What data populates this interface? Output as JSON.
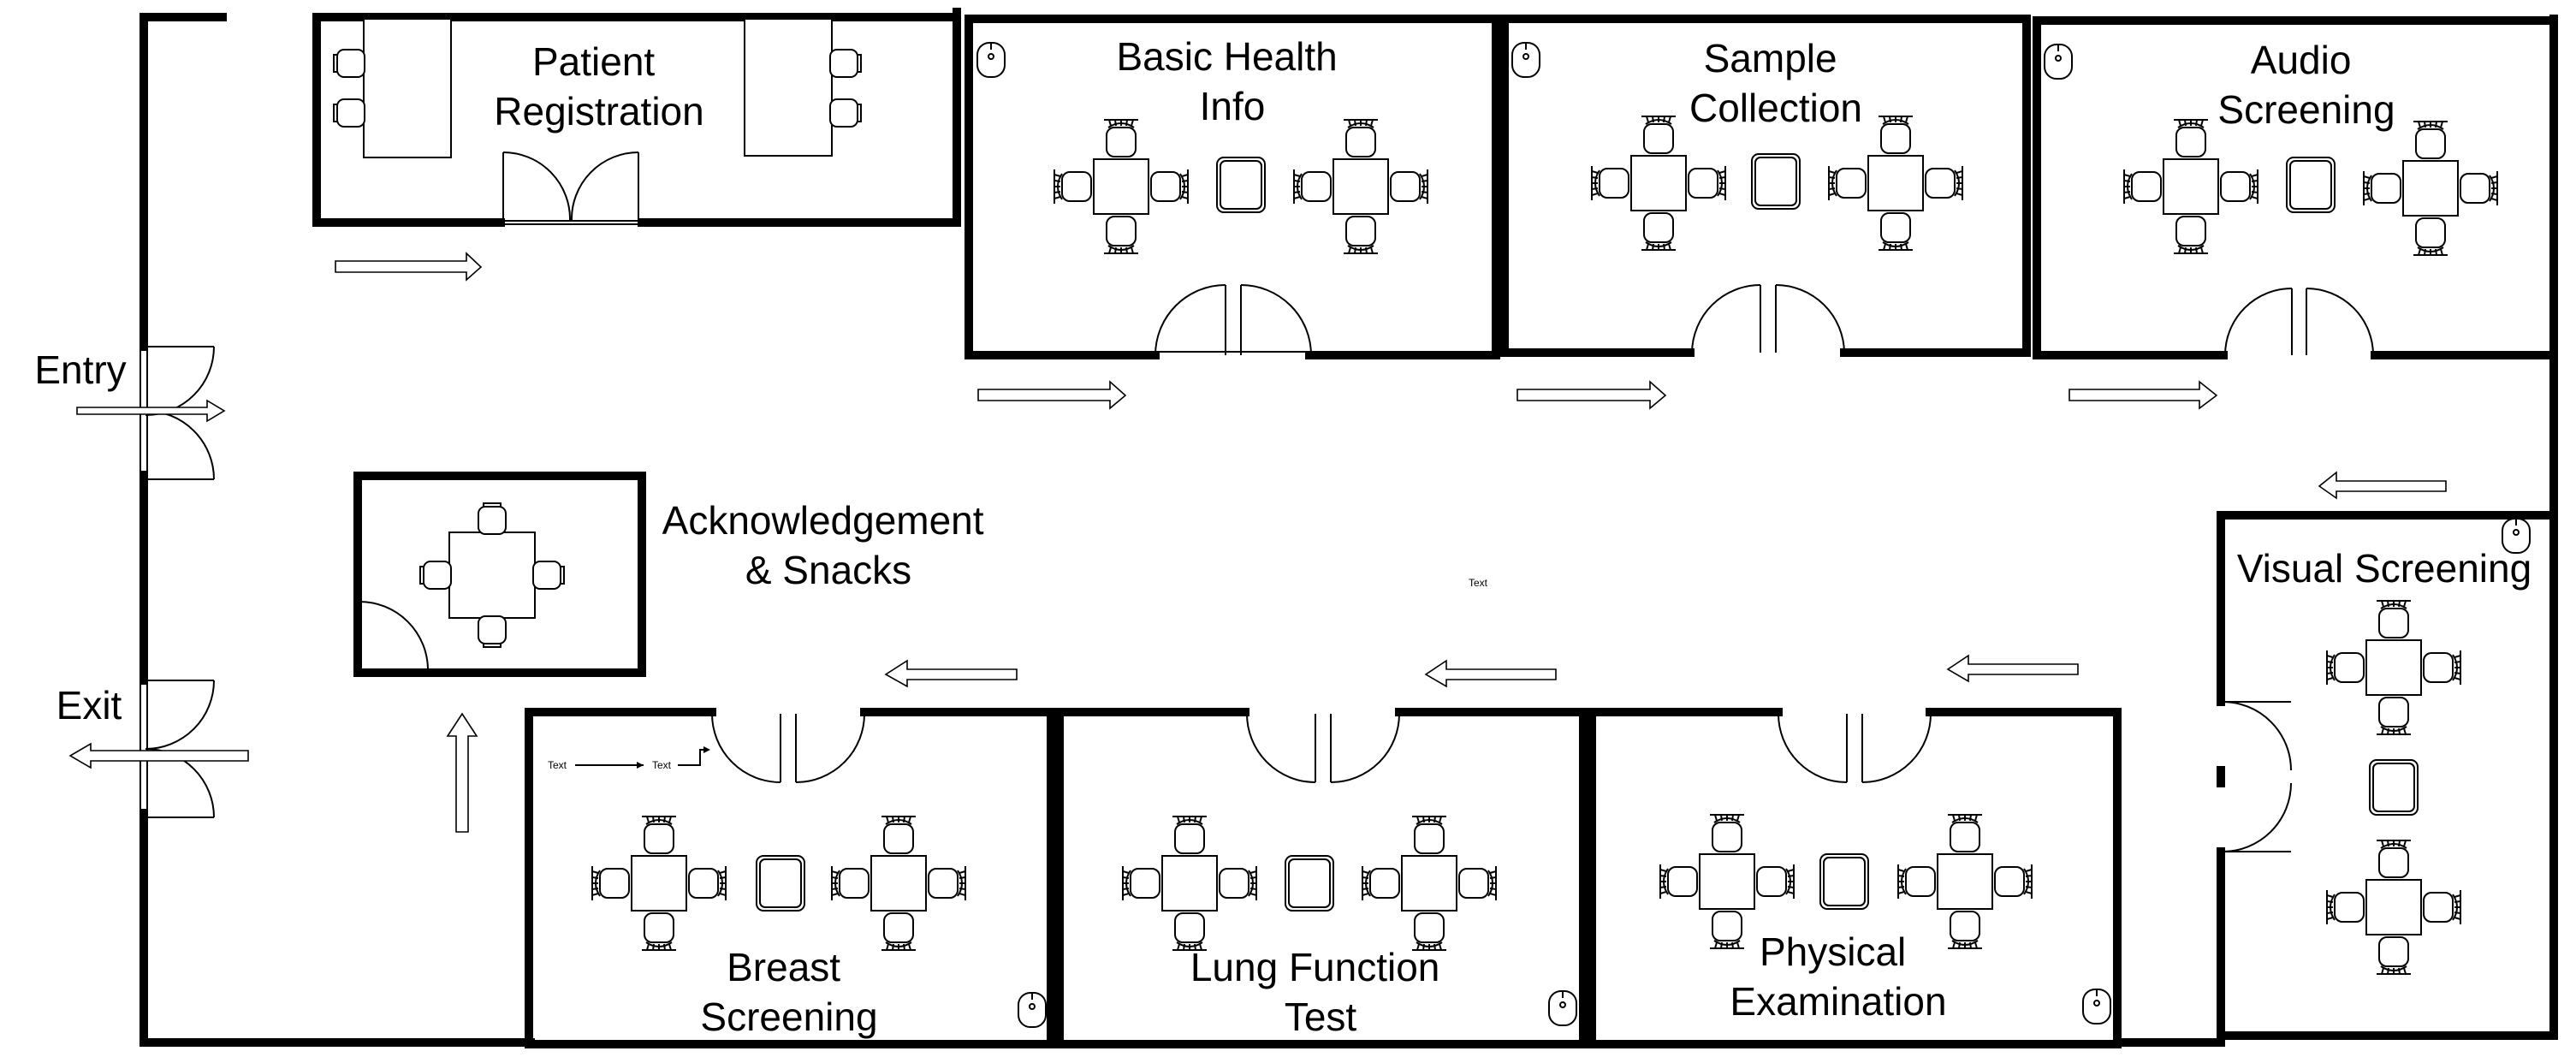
{
  "rooms": {
    "patient_registration": [
      "Patient",
      "Registration"
    ],
    "basic_health_info": [
      "Basic Health",
      "Info"
    ],
    "sample_collection": [
      "Sample",
      "Collection"
    ],
    "audio_screening": [
      "Audio",
      "Screening"
    ],
    "visual_screening": [
      "Visual Screening"
    ],
    "acknowledgement_snacks": [
      "Acknowledgement",
      "& Snacks"
    ],
    "breast_screening": [
      "Breast",
      "Screening"
    ],
    "lung_function_test": [
      "Lung Function",
      "Test"
    ],
    "physical_examination": [
      "Physical",
      "Examination"
    ]
  },
  "labels": {
    "entry": "Entry",
    "exit": "Exit",
    "placeholder_text": "Text"
  }
}
